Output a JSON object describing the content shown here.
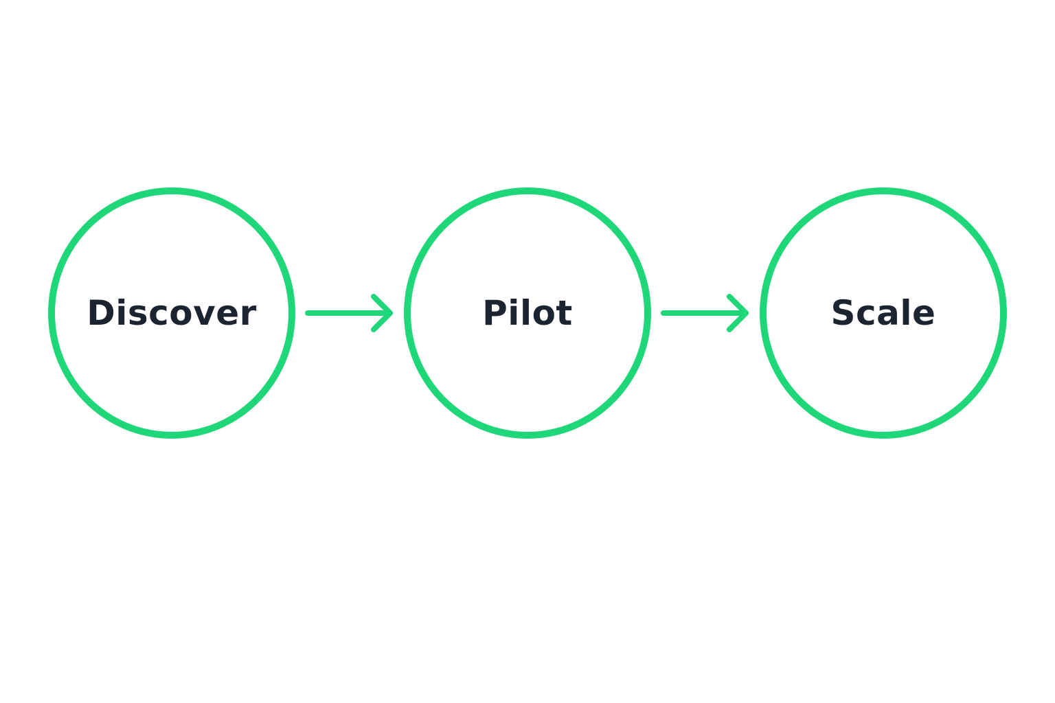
{
  "diagram": {
    "stages": [
      {
        "label": "Discover"
      },
      {
        "label": "Pilot"
      },
      {
        "label": "Scale"
      }
    ],
    "colors": {
      "accent": "#1fd679",
      "text": "#1c2431",
      "background": "#ffffff"
    }
  }
}
